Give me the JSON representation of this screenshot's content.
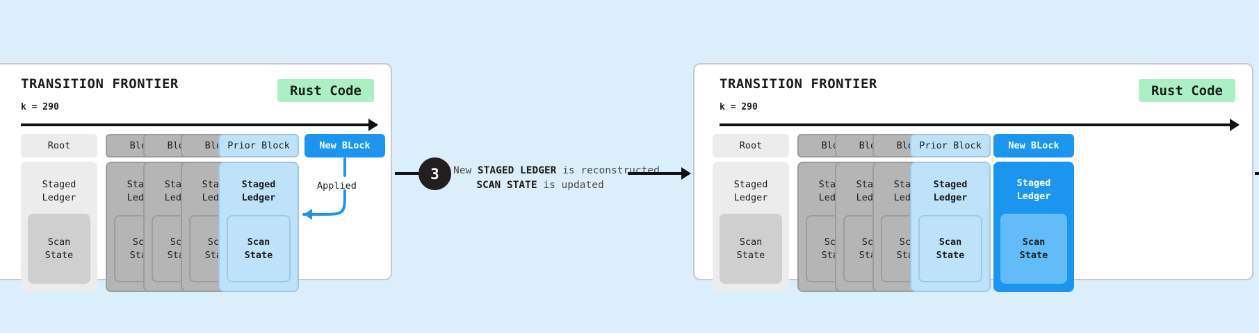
{
  "page": {
    "background": "#dbeefb"
  },
  "panels": [
    {
      "id": "left",
      "title": "TRANSITION FRONTIER",
      "k_label": "k = 290",
      "badge": "Rust Code",
      "columns": [
        {
          "head": "Root",
          "ledger_line1": "Staged",
          "ledger_line2": "Ledger",
          "scan_line1": "Scan",
          "scan_line2": "State"
        },
        {
          "head": "Block",
          "ledger_line1": "Staged",
          "ledger_line2": "Ledger",
          "scan_line1": "Scan",
          "scan_line2": "State"
        },
        {
          "head": "Block",
          "ledger_line1": "Staged",
          "ledger_line2": "Ledger",
          "scan_line1": "Scan",
          "scan_line2": "State"
        },
        {
          "head": "Block",
          "ledger_line1": "Staged",
          "ledger_line2": "Ledger",
          "scan_line1": "Scan",
          "scan_line2": "State"
        },
        {
          "head": "Prior Block",
          "ledger_line1": "Staged",
          "ledger_line2": "Ledger",
          "scan_line1": "Scan",
          "scan_line2": "State"
        },
        {
          "head": "New BLock",
          "ledger_line1": "",
          "ledger_line2": "",
          "scan_line1": "",
          "scan_line2": ""
        }
      ],
      "applied_label": "Applied"
    },
    {
      "id": "right",
      "title": "TRANSITION FRONTIER",
      "k_label": "k = 290",
      "badge": "Rust Code",
      "columns": [
        {
          "head": "Root",
          "ledger_line1": "Staged",
          "ledger_line2": "Ledger",
          "scan_line1": "Scan",
          "scan_line2": "State"
        },
        {
          "head": "Block",
          "ledger_line1": "Staged",
          "ledger_line2": "Ledger",
          "scan_line1": "Scan",
          "scan_line2": "State"
        },
        {
          "head": "Block",
          "ledger_line1": "Staged",
          "ledger_line2": "Ledger",
          "scan_line1": "Scan",
          "scan_line2": "State"
        },
        {
          "head": "Block",
          "ledger_line1": "Staged",
          "ledger_line2": "Ledger",
          "scan_line1": "Scan",
          "scan_line2": "State"
        },
        {
          "head": "Prior Block",
          "ledger_line1": "Staged",
          "ledger_line2": "Ledger",
          "scan_line1": "Scan",
          "scan_line2": "State"
        },
        {
          "head": "New BLock",
          "ledger_line1": "Staged",
          "ledger_line2": "Ledger",
          "scan_line1": "Scan",
          "scan_line2": "State"
        }
      ]
    }
  ],
  "step": {
    "number": "3",
    "text_line1_prefix": "New ",
    "text_line1_bold": "STAGED LEDGER",
    "text_line1_suffix": " is reconstructed",
    "text_line2_bold": "SCAN STATE",
    "text_line2_suffix": " is updated"
  },
  "colors": {
    "accent_blue": "#1a96f0",
    "light_blue": "#bfe2fb",
    "scan_blue": "#62bcf7",
    "gray_block": "#b5b5b5",
    "gray_border": "#9c9c9c",
    "root_gray": "#ececec",
    "root_scan": "#cfcfcf",
    "badge_green": "#abf0c4",
    "dark": "#231f20",
    "canvas": "#dbeefb"
  }
}
